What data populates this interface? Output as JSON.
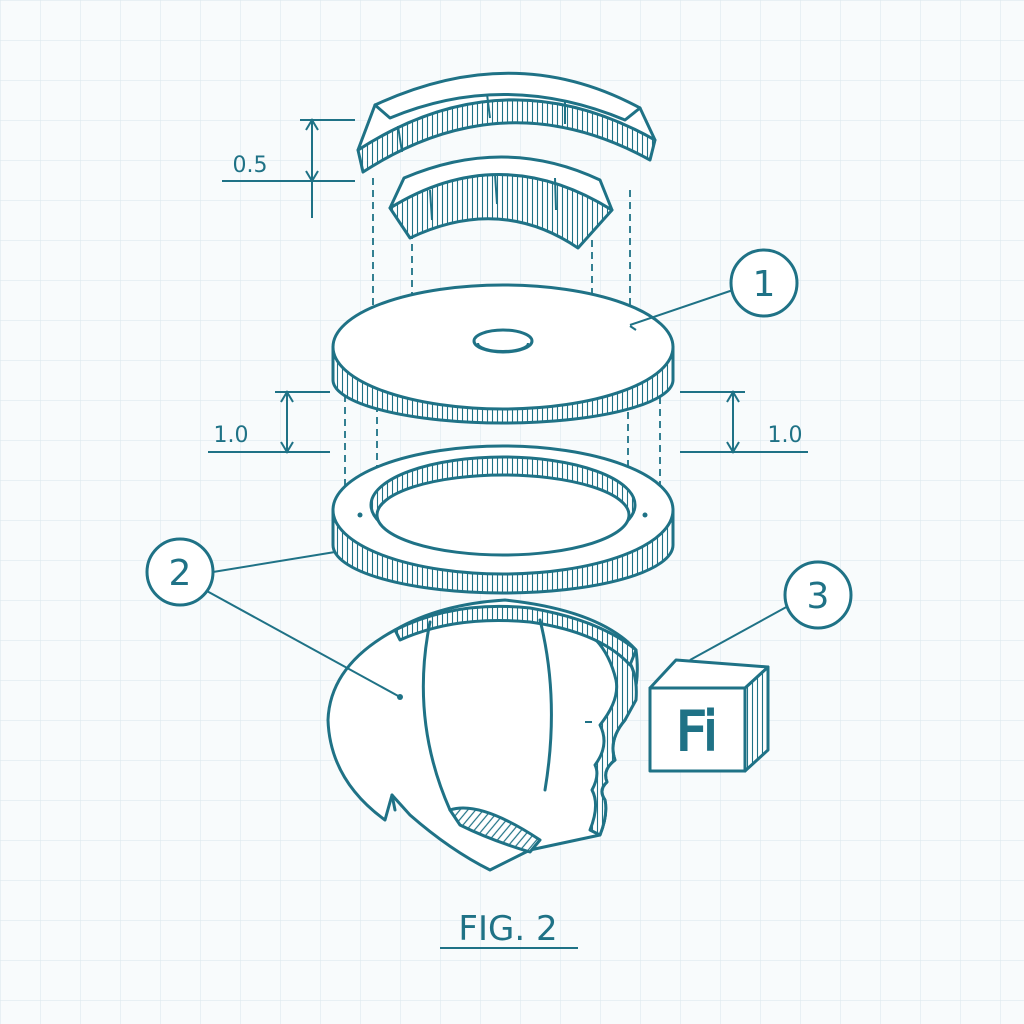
{
  "figure": {
    "caption": "FIG. 2"
  },
  "dimensions": {
    "top_spacing": "0.5",
    "left_spacing": "1.0",
    "right_spacing": "1.0"
  },
  "callouts": {
    "c1": "1",
    "c2": "2",
    "c3": "3"
  },
  "cube": {
    "label": "Fi"
  },
  "colors": {
    "ink": "#1f7286",
    "paper": "#f8fbfc",
    "grid": "#dde9ee"
  }
}
